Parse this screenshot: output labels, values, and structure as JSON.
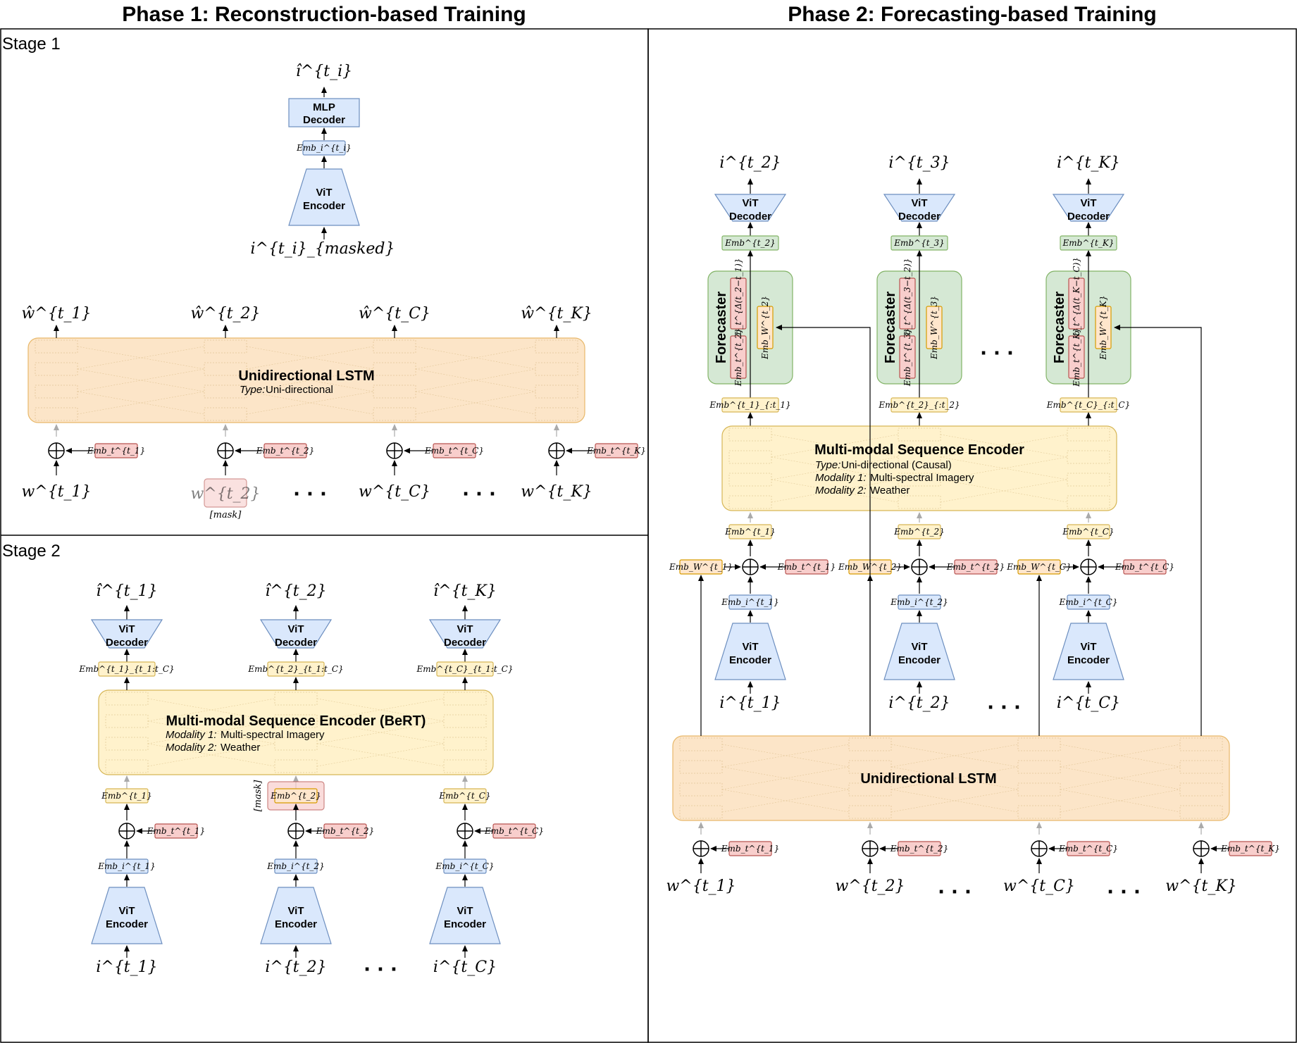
{
  "titles": {
    "phase1": "Phase 1: Reconstruction-based Training",
    "phase2": "Phase 2: Forecasting-based Training"
  },
  "stages": {
    "stage1": "Stage 1",
    "stage2": "Stage 2"
  },
  "labels": {
    "mlp_decoder": [
      "MLP",
      "Decoder"
    ],
    "vit_encoder": [
      "ViT",
      "Encoder"
    ],
    "vit_decoder": [
      "ViT",
      "Decoder"
    ],
    "forecaster": "Forecaster",
    "ellipsis": "· · ·",
    "mask_tag": "[mask]"
  },
  "stage1": {
    "output_i": "î^{t_i}",
    "emb_i": "Emb_i^{t_i}",
    "input_masked": "i^{t_i}_{masked}",
    "lstm_title": "Unidirectional LSTM",
    "lstm_type_key": "Type:",
    "lstm_type_val": " Uni-directional",
    "outputs": [
      "ŵ^{t_1}",
      "ŵ^{t_2}",
      "ŵ^{t_C}",
      "ŵ^{t_K}"
    ],
    "inputs": [
      "w^{t_1}",
      "w^{t_2}",
      "w^{t_C}",
      "w^{t_K}"
    ],
    "time_embs": [
      "Emb_t^{t_1}",
      "Emb_t^{t_2}",
      "Emb_t^{t_C}",
      "Emb_t^{t_K}"
    ]
  },
  "stage2": {
    "outputs": [
      "î^{t_1}",
      "î^{t_2}",
      "î^{t_K}"
    ],
    "dec_embs": [
      "Emb^{t_1}_{t_1:t_C}",
      "Emb^{t_2}_{t_1:t_C}",
      "Emb^{t_C}_{t_1:t_C}"
    ],
    "encoder_title": "Multi-modal Sequence Encoder (BeRT)",
    "mod1_key": "Modality 1:",
    "mod1_val": " Multi-spectral Imagery",
    "mod2_key": "Modality 2:",
    "mod2_val": " Weather",
    "seq_embs": [
      "Emb^{t_1}",
      "Emb^{t_2}",
      "Emb^{t_C}"
    ],
    "time_embs": [
      "Emb_t^{t_1}",
      "Emb_t^{t_2}",
      "Emb_t^{t_C}"
    ],
    "img_embs": [
      "Emb_i^{t_1}",
      "Emb_i^{t_2}",
      "Emb_i^{t_C}"
    ],
    "inputs": [
      "i^{t_1}",
      "i^{t_2}",
      "i^{t_C}"
    ]
  },
  "phase2": {
    "outputs": [
      "i^{t_2}",
      "i^{t_3}",
      "i^{t_K}"
    ],
    "dec_embs": [
      "Emb^{t_2}",
      "Emb^{t_3}",
      "Emb^{t_K}"
    ],
    "fc_embs": [
      [
        "Emb_t^{Δ(t_2−t_1)}",
        "Emb_t^{t_2}",
        "Emb_W^{t_2}"
      ],
      [
        "Emb_t^{Δ(t_3−t_2)}",
        "Emb_t^{t_3}",
        "Emb_W^{t_3}"
      ],
      [
        "Emb_t^{Δ(t_K−t_C)}",
        "Emb_t^{t_K}",
        "Emb_W^{t_K}"
      ]
    ],
    "enc_out_embs": [
      "Emb^{t_1}_{:t_1}",
      "Emb^{t_2}_{:t_2}",
      "Emb^{t_C}_{:t_C}"
    ],
    "encoder_title": "Multi-modal Sequence Encoder",
    "type_key": "Type:",
    "type_val": " Uni-directional (Causal)",
    "mod1_key": "Modality 1:",
    "mod1_val": " Multi-spectral Imagery",
    "mod2_key": "Modality 2:",
    "mod2_val": " Weather",
    "seq_embs": [
      "Emb^{t_1}",
      "Emb^{t_2}",
      "Emb^{t_C}"
    ],
    "weather_embs": [
      "Emb_W^{t_1}",
      "Emb_W^{t_2}",
      "Emb_W^{t_C}"
    ],
    "time_embs": [
      "Emb_t^{t_1}",
      "Emb_t^{t_2}",
      "Emb_t^{t_C}"
    ],
    "img_embs": [
      "Emb_i^{t_1}",
      "Emb_i^{t_2}",
      "Emb_i^{t_C}"
    ],
    "img_inputs": [
      "i^{t_1}",
      "i^{t_2}",
      "i^{t_C}"
    ],
    "lstm_title": "Unidirectional LSTM",
    "lstm_time_embs": [
      "Emb_t^{t_1}",
      "Emb_t^{t_2}",
      "Emb_t^{t_C}",
      "Emb_t^{t_K}"
    ],
    "lstm_inputs": [
      "w^{t_1}",
      "w^{t_2}",
      "w^{t_C}",
      "w^{t_K}"
    ]
  },
  "colors": {
    "blue_fill": "#dae8fc",
    "blue_stroke": "#6c8ebf",
    "red_fill": "#f8cecc",
    "red_stroke": "#b85450",
    "yellow_fill": "#fff2cc",
    "yellow_stroke": "#d6b656",
    "orange_fill": "#fce5c8",
    "orange_stroke": "#e8b86a",
    "green_fill": "#d5e8d4",
    "green_stroke": "#82b366",
    "tan_fill": "#ffe6cc",
    "tan_stroke": "#d79b00"
  }
}
